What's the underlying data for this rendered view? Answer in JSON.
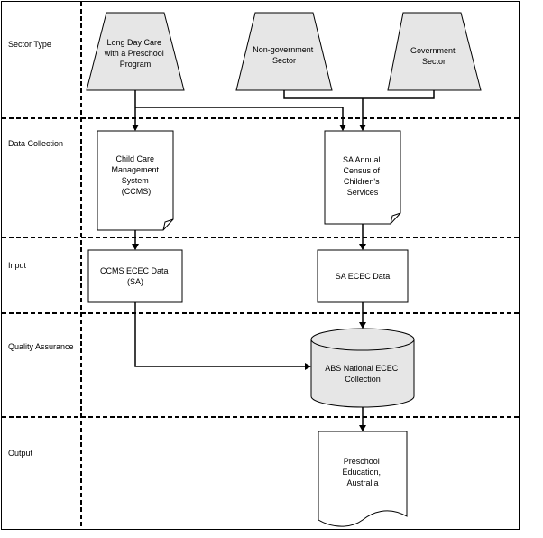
{
  "rows": [
    {
      "key": "sector",
      "label": "Sector Type"
    },
    {
      "key": "collection",
      "label": "Data Collection"
    },
    {
      "key": "input",
      "label": "Input"
    },
    {
      "key": "quality",
      "label": "Quality Assurance"
    },
    {
      "key": "output",
      "label": "Output"
    }
  ],
  "nodes": {
    "long_day_care": {
      "lines": [
        "Long Day Care",
        "with a Preschool",
        "Program"
      ]
    },
    "non_government": {
      "lines": [
        "Non-government",
        "Sector"
      ]
    },
    "government": {
      "lines": [
        "Government",
        "Sector"
      ]
    },
    "ccms": {
      "lines": [
        "Child Care",
        "Management",
        "System",
        "(CCMS)"
      ]
    },
    "sa_census": {
      "lines": [
        "SA Annual",
        "Census of",
        "Children's",
        "Services"
      ]
    },
    "ccms_data": {
      "lines": [
        "CCMS ECEC Data",
        "(SA)"
      ]
    },
    "sa_data": {
      "lines": [
        "SA ECEC Data"
      ]
    },
    "abs_collection": {
      "lines": [
        "ABS National ECEC",
        "Collection"
      ]
    },
    "output_doc": {
      "lines": [
        "Preschool",
        "Education,",
        "Australia"
      ]
    }
  },
  "colors": {
    "shape_fill": "#e6e6e6",
    "line": "#000000"
  }
}
